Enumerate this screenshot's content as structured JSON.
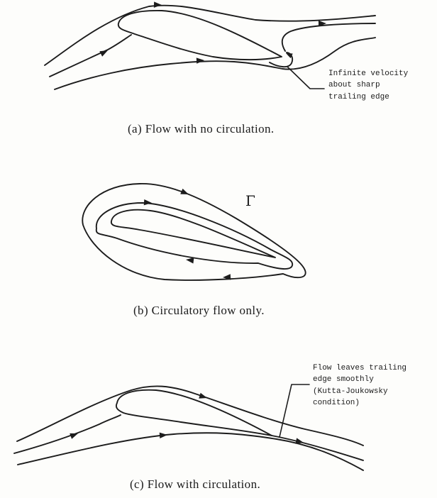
{
  "figure": {
    "ink_color": "#1c1c1c",
    "paper_color": "#fdfdfb",
    "panels": [
      {
        "id": "a",
        "caption": "(a) Flow with no circulation.",
        "annotation": {
          "lines": [
            "Infinite velocity",
            "about sharp",
            "trailing edge"
          ]
        }
      },
      {
        "id": "b",
        "caption": "(b) Circulatory flow only.",
        "circulation_label": "Γ"
      },
      {
        "id": "c",
        "caption": "(c) Flow with circulation.",
        "annotation": {
          "lines": [
            "Flow leaves trailing",
            "edge smoothly",
            "(Kutta-Joukowsky",
            "condition)"
          ]
        }
      }
    ]
  }
}
